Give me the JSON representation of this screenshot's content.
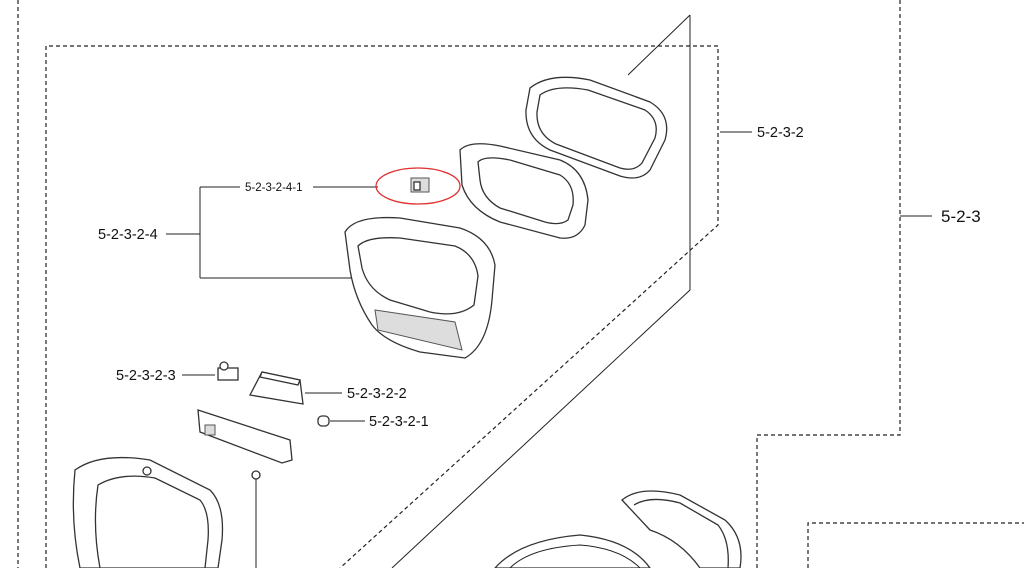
{
  "diagram": {
    "labels": {
      "assembly": "5-2-3",
      "sub_assembly": "5-2-3-2",
      "frame": "5-2-3-2-4",
      "frame_part": "5-2-3-2-4-1",
      "hinge_pin": "5-2-3-2-3",
      "hinge_cover": "5-2-3-2-2",
      "cap": "5-2-3-2-1"
    },
    "highlight_color": "#e03030"
  }
}
